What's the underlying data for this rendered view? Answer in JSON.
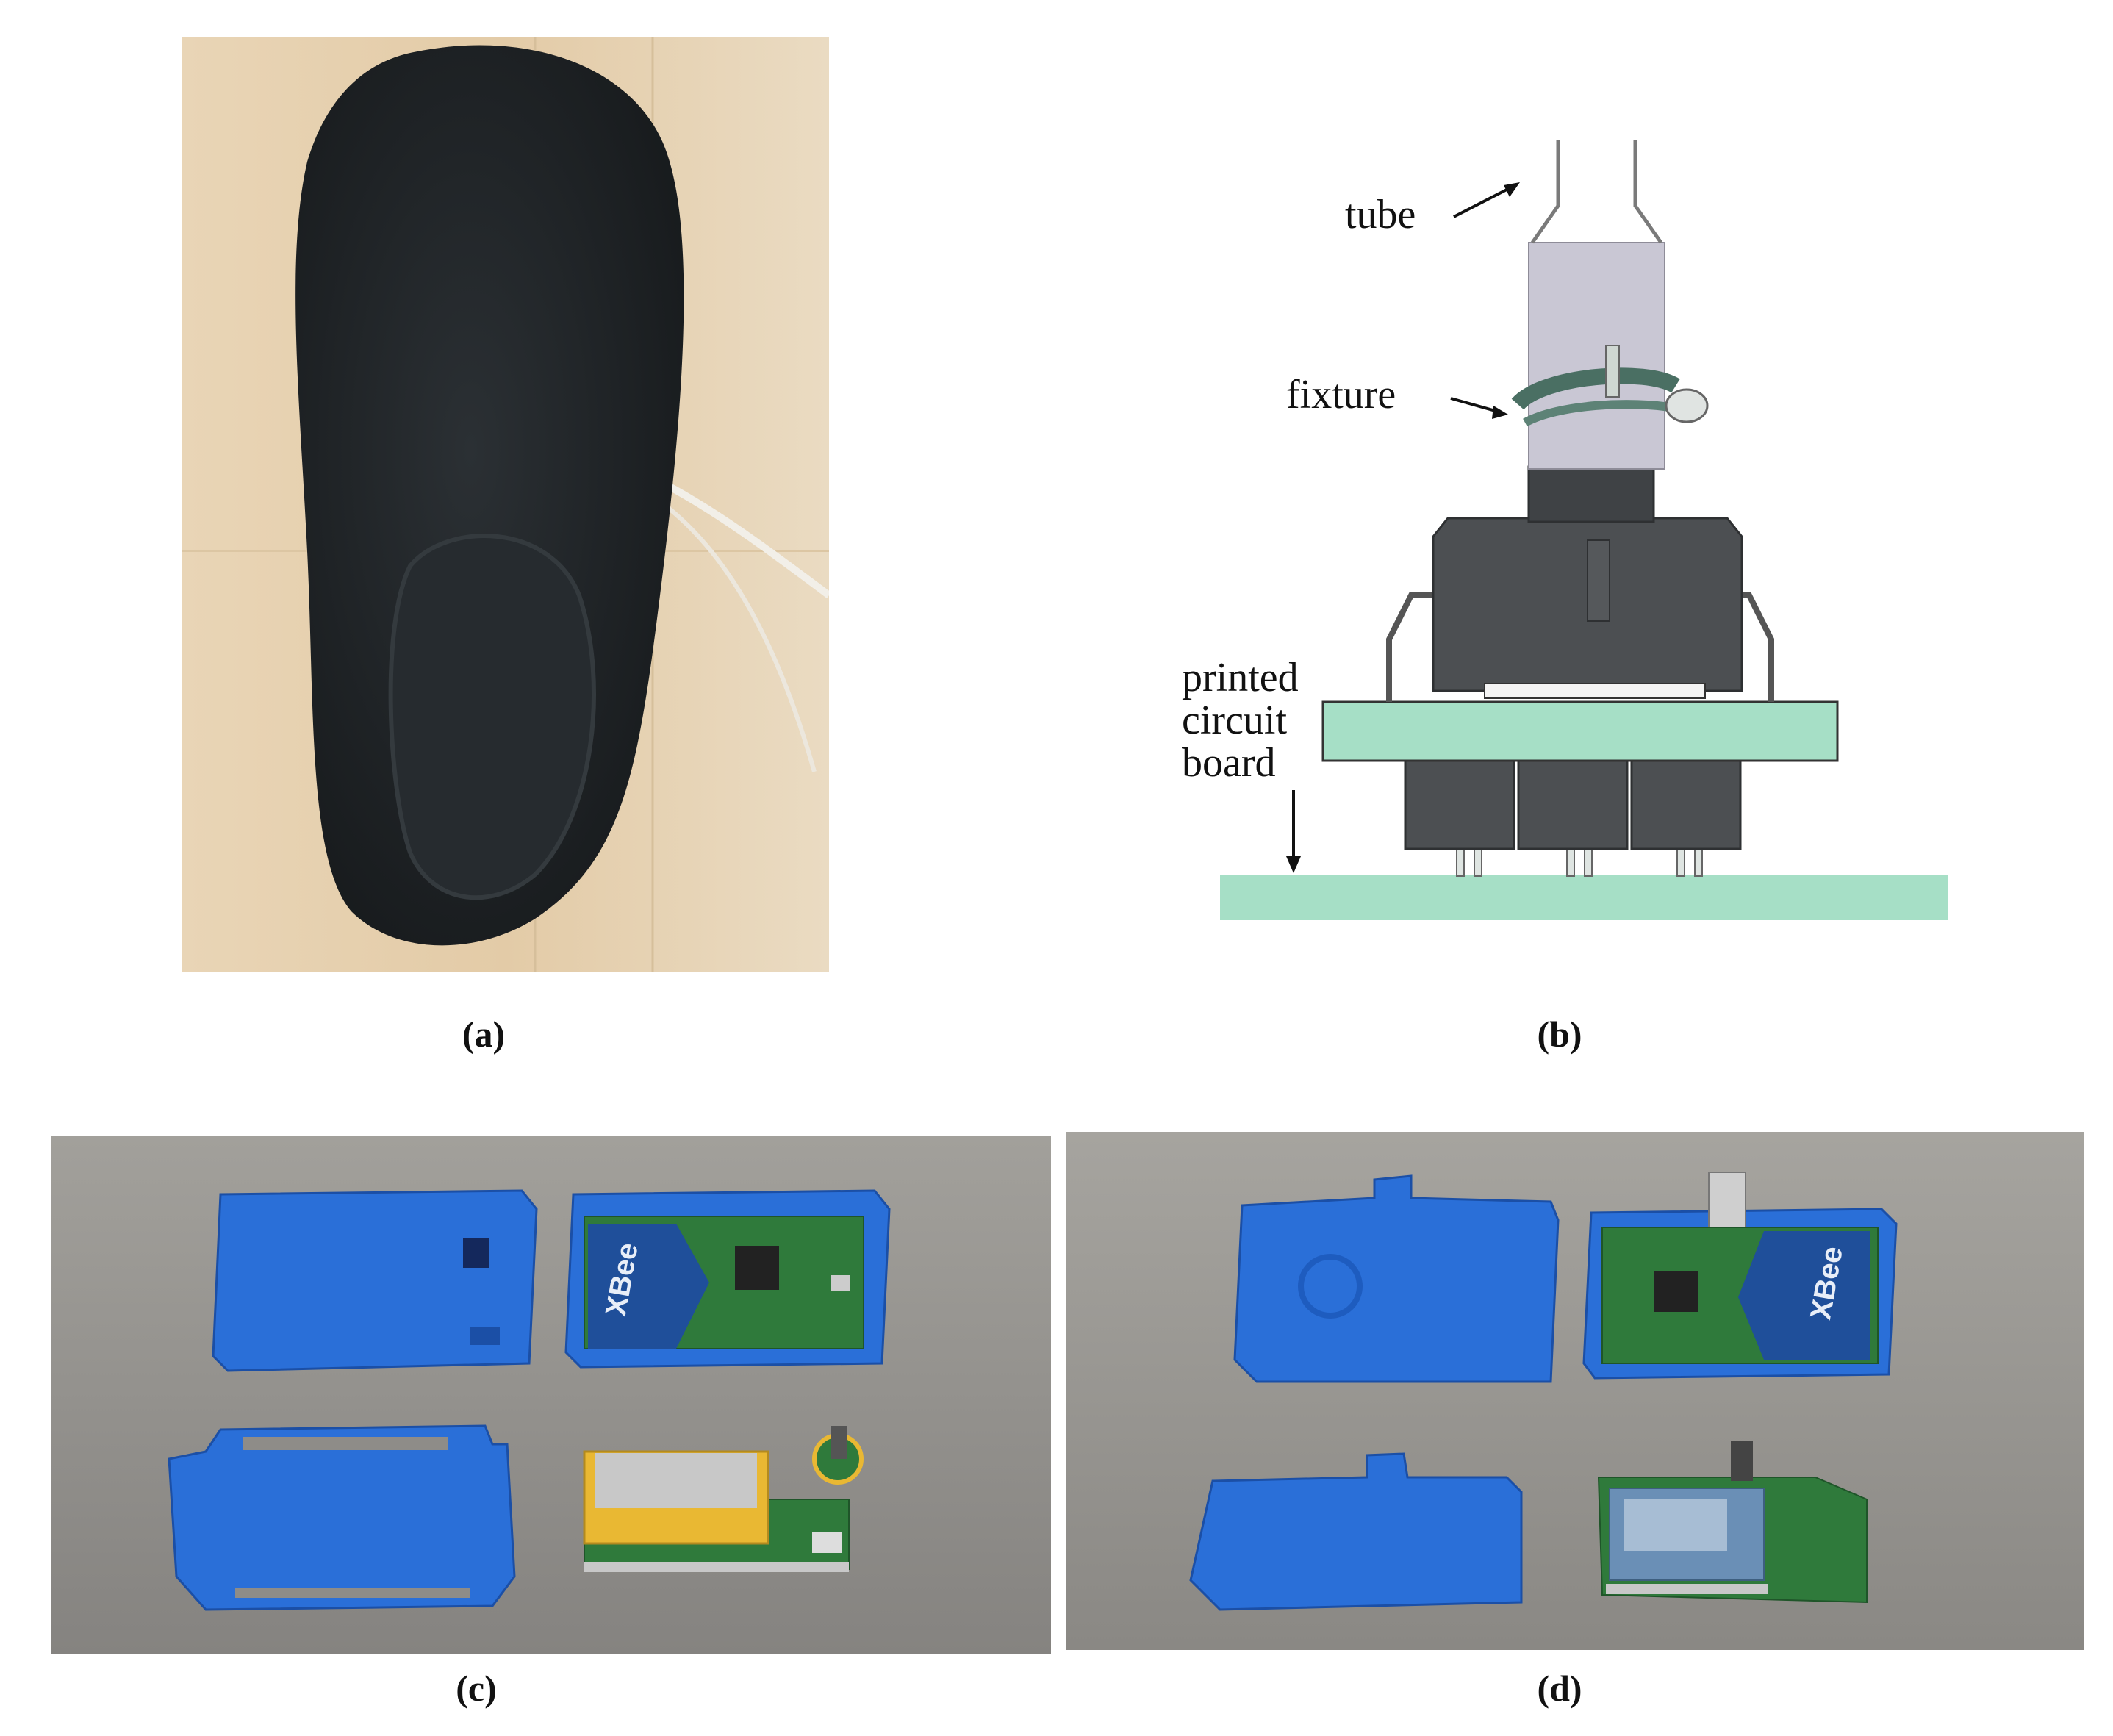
{
  "figure": {
    "panels": [
      {
        "id": "a",
        "caption": "(a)"
      },
      {
        "id": "b",
        "caption": "(b)",
        "labels": {
          "tube": "tube",
          "fixture": "fixture",
          "pcb_line1": "printed",
          "pcb_line2": "circuit",
          "pcb_line3": "board"
        }
      },
      {
        "id": "c",
        "caption": "(c)",
        "module_text": "XBee"
      },
      {
        "id": "d",
        "caption": "(d)",
        "module_text": "XBee"
      }
    ]
  },
  "colors": {
    "wood": "#e7d2b2",
    "insole": "#1f2326",
    "tube_gray": "#c9c7d4",
    "sensor_dark": "#4c4f52",
    "pcb_green": "#a6dfc6",
    "table_gray": "#8c8a86",
    "case_blue": "#2a6fd8",
    "board_green": "#2f7a3b"
  }
}
